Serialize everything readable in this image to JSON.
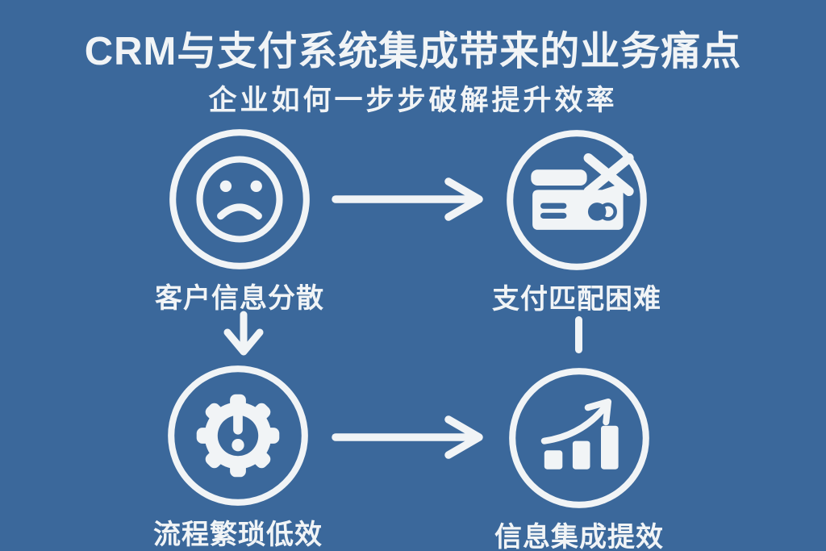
{
  "colors": {
    "background": "#3B689B",
    "foreground": "#F1F4F6"
  },
  "header": {
    "title": "CRM与支付系统集成带来的业务痛点",
    "subtitle": "企业如何一步步破解提升效率"
  },
  "nodes": [
    {
      "id": "customer-info-scattered",
      "label": "客户信息分散",
      "icon": "sad-face-icon",
      "position": "top-left"
    },
    {
      "id": "payment-matching-difficult",
      "label": "支付匹配困难",
      "icon": "card-declined-icon",
      "position": "top-right"
    },
    {
      "id": "process-tedious-inefficient",
      "label": "流程繁琐低效",
      "icon": "gear-alert-icon",
      "position": "bottom-left"
    },
    {
      "id": "info-integration-efficiency",
      "label": "信息集成提效",
      "icon": "bar-chart-growth-icon",
      "position": "bottom-right"
    }
  ],
  "connectors": [
    {
      "from": "customer-info-scattered",
      "to": "payment-matching-difficult",
      "style": "arrow-right"
    },
    {
      "from": "customer-info-scattered",
      "to": "process-tedious-inefficient",
      "style": "arrow-down"
    },
    {
      "from": "payment-matching-difficult",
      "to": "info-integration-efficiency",
      "style": "line-down"
    },
    {
      "from": "process-tedious-inefficient",
      "to": "info-integration-efficiency",
      "style": "arrow-right"
    }
  ]
}
